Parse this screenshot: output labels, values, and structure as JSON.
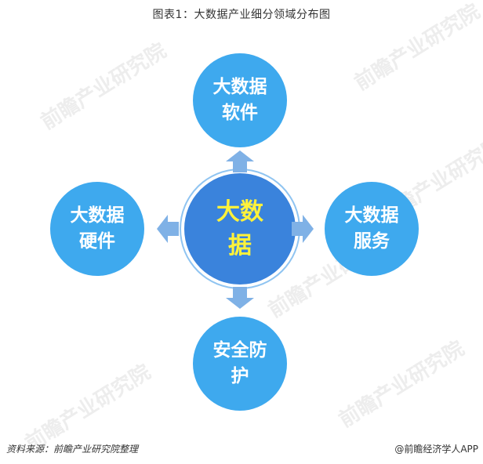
{
  "title": "图表1：大数据产业细分领域分布图",
  "center": {
    "line1": "大数",
    "line2": "据"
  },
  "top": {
    "line1": "大数据",
    "line2": "软件"
  },
  "left": {
    "line1": "大数据",
    "line2": "硬件"
  },
  "right": {
    "line1": "大数据",
    "line2": "服务"
  },
  "bottom": {
    "line1": "安全防",
    "line2": "护"
  },
  "footer": {
    "source": "资料来源：前瞻产业研究院整理",
    "brand": "@前瞻经济学人APP"
  },
  "watermark": {
    "text": "前瞻产业研究院"
  },
  "colors": {
    "outer_circle": "#3ea9ee",
    "center_circle": "#3a83dc",
    "center_text": "#fff23a",
    "arrow": "#7fb1e6"
  }
}
